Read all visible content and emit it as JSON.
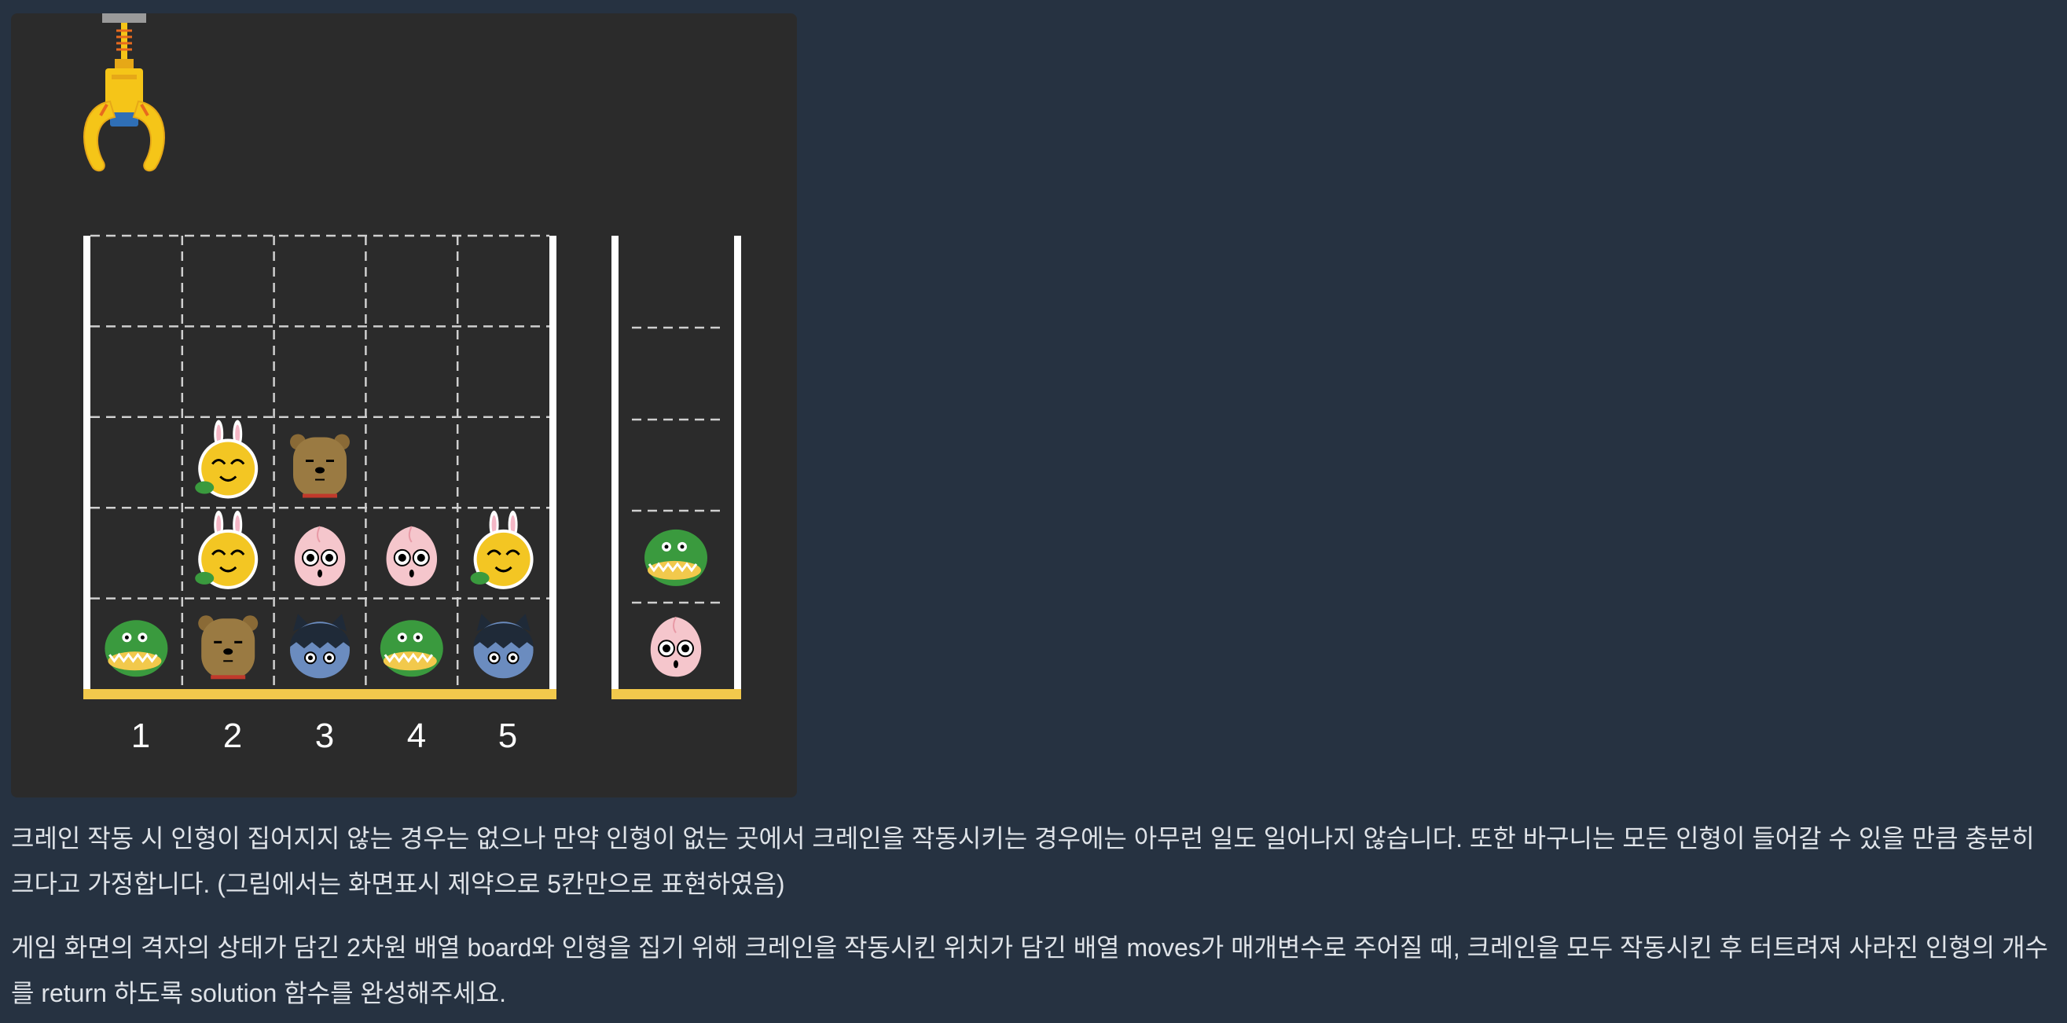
{
  "figure": {
    "column_labels": [
      "1",
      "2",
      "3",
      "4",
      "5"
    ],
    "board": [
      [
        null,
        null,
        null,
        null,
        null
      ],
      [
        null,
        null,
        null,
        null,
        null
      ],
      [
        null,
        "rabbit",
        "bear",
        null,
        null
      ],
      [
        null,
        "rabbit",
        "peach",
        "peach",
        "rabbit"
      ],
      [
        "crocodile",
        "bear",
        "cat",
        "crocodile",
        "cat"
      ]
    ],
    "basket": [
      "crocodile",
      "peach"
    ],
    "doll_types": {
      "crocodile": {
        "icon": "crocodile-doll-icon",
        "color": "#3a9a3e"
      },
      "bear": {
        "icon": "bear-doll-icon",
        "color": "#9a7a42"
      },
      "rabbit": {
        "icon": "rabbit-doll-icon",
        "color": "#f3c623"
      },
      "peach": {
        "icon": "peach-doll-icon",
        "color": "#f5c6cc"
      },
      "cat": {
        "icon": "cat-doll-icon",
        "color": "#6b8cbf"
      }
    },
    "colors": {
      "background": "#2b2b2b",
      "frame": "#ffffff",
      "floor": "#f2c94c",
      "crane": "#f5c518"
    }
  },
  "text": {
    "paragraph1": "크레인 작동 시 인형이 집어지지 않는 경우는 없으나 만약 인형이 없는 곳에서 크레인을 작동시키는 경우에는 아무런 일도 일어나지 않습니다. 또한 바구니는 모든 인형이 들어갈 수 있을 만큼 충분히 크다고 가정합니다. (그림에서는 화면표시 제약으로 5칸만으로 표현하였음)",
    "paragraph2": "게임 화면의 격자의 상태가 담긴 2차원 배열 board와 인형을 집기 위해 크레인을 작동시킨 위치가 담긴 배열 moves가 매개변수로 주어질 때, 크레인을 모두 작동시킨 후 터트려져 사라진 인형의 개수를 return 하도록 solution 함수를 완성해주세요."
  }
}
